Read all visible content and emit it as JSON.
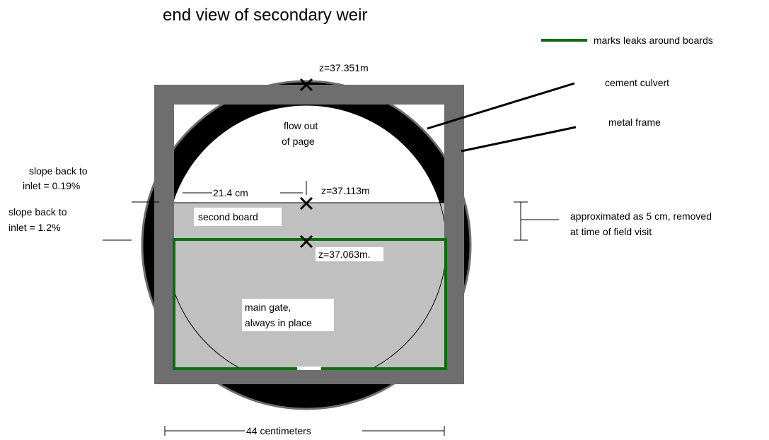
{
  "title": "end view of secondary weir",
  "legend": {
    "label": "marks leaks around boards",
    "color": "#0b6e0b"
  },
  "labels": {
    "cement_culvert": "cement culvert",
    "metal_frame": "metal frame",
    "flow_line1": "flow out",
    "flow_line2": "of page",
    "z_top": "z=37.351m",
    "z_mid": "z=37.113m",
    "z_low": "z=37.063m.",
    "dim_width": "21.4 cm",
    "second_board": "second board",
    "main_gate_line1": "main gate,",
    "main_gate_line2": "always in place",
    "slope1_line1": "slope back to",
    "slope1_line2": "inlet = 0.19%",
    "slope2_line1": "slope back to",
    "slope2_line2": "inlet = 1.2%",
    "approx_line1": "approximated as 5 cm, removed",
    "approx_line2": "at time of field visit",
    "dim_bottom": "44 centimeters"
  },
  "colors": {
    "frame": "#6e6e6e",
    "culvert": "#000000",
    "board": "#c0c0c0",
    "leak": "#0b6e0b"
  }
}
